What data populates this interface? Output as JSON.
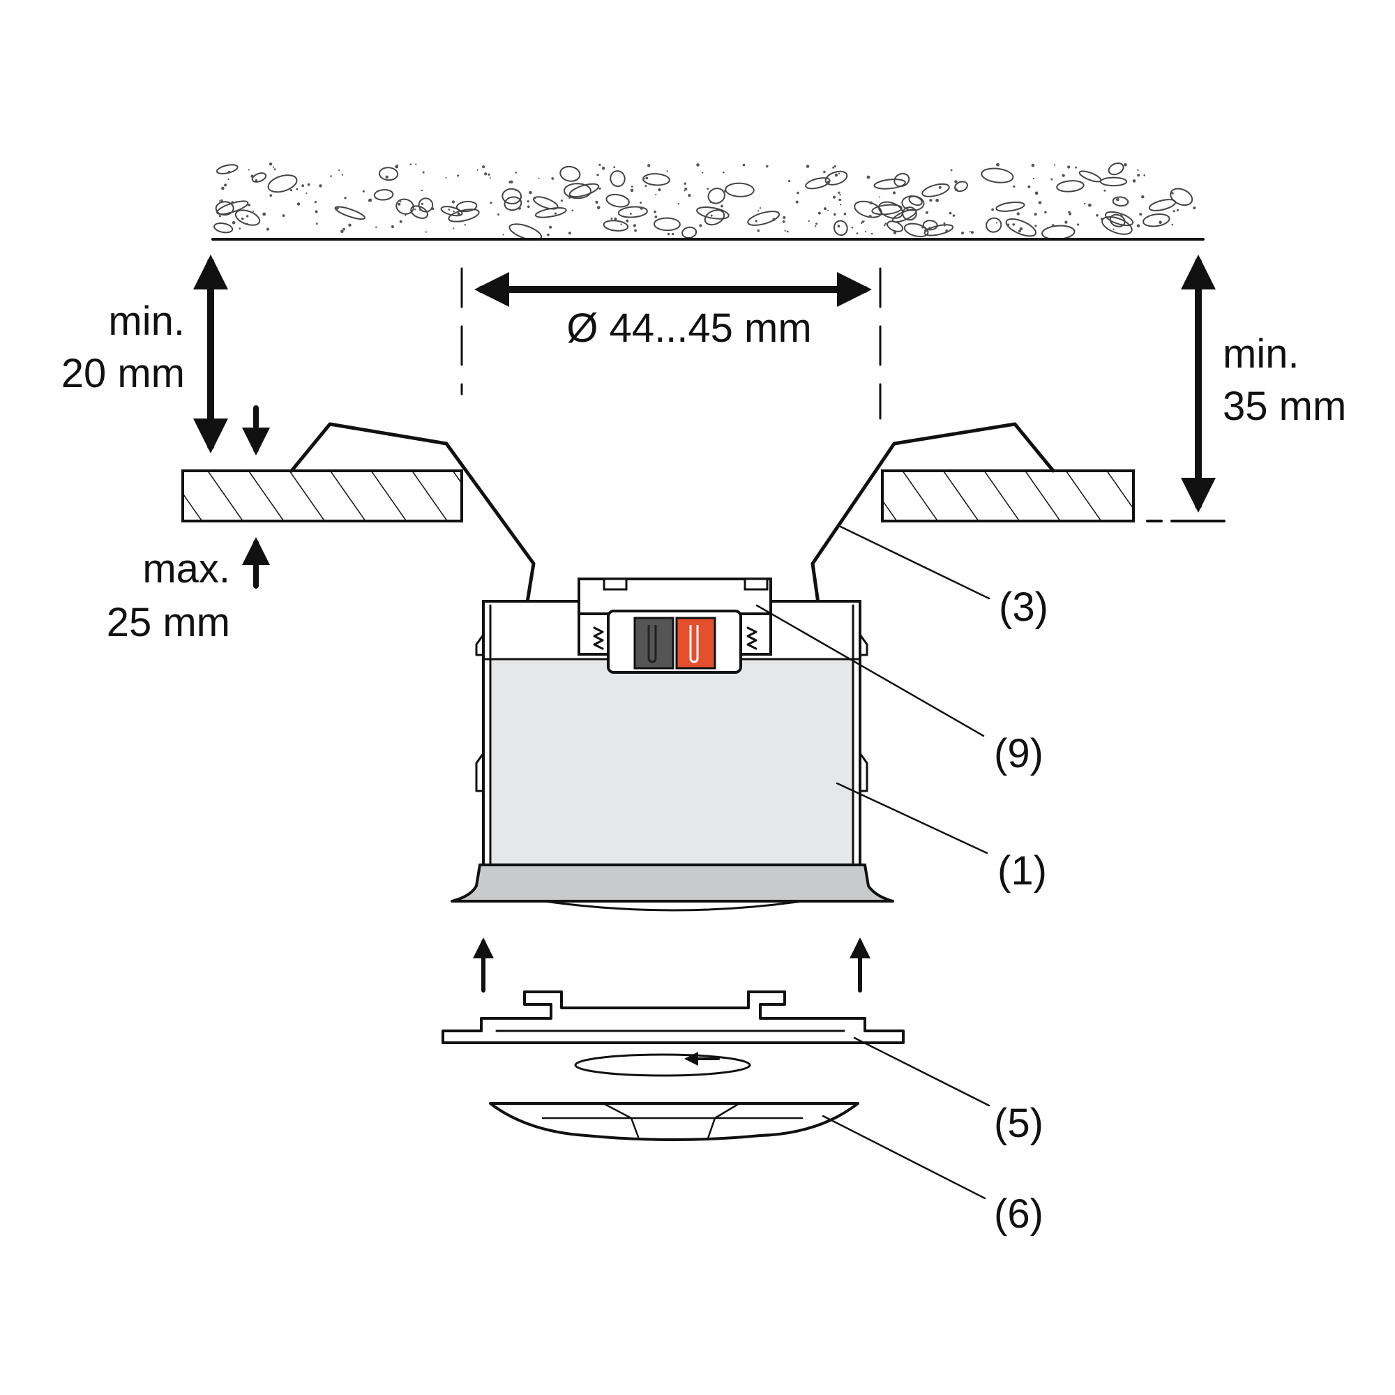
{
  "dimensions": {
    "top_left_line1": "min.",
    "top_left_line2": "20 mm",
    "diameter": "Ø 44...45 mm",
    "right_line1": "min.",
    "right_line2": "35 mm",
    "bottom_left_line1": "max.",
    "bottom_left_line2": "25 mm"
  },
  "callouts": {
    "c3": "(3)",
    "c9": "(9)",
    "c1": "(1)",
    "c5": "(5)",
    "c6": "(6)"
  },
  "colors": {
    "line": "#111111",
    "housing": "#e6e7e9",
    "bezel": "#c9cacc",
    "terminal_dark": "#555555",
    "terminal_red": "#e4502e"
  }
}
